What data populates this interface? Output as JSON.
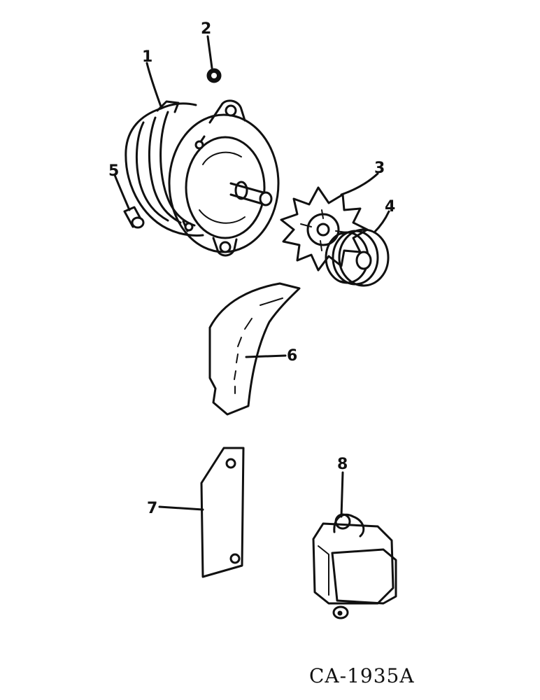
{
  "callouts": [
    "1",
    "2",
    "3",
    "4",
    "5",
    "6",
    "7",
    "8"
  ],
  "drawing_number": "CA-1935A"
}
